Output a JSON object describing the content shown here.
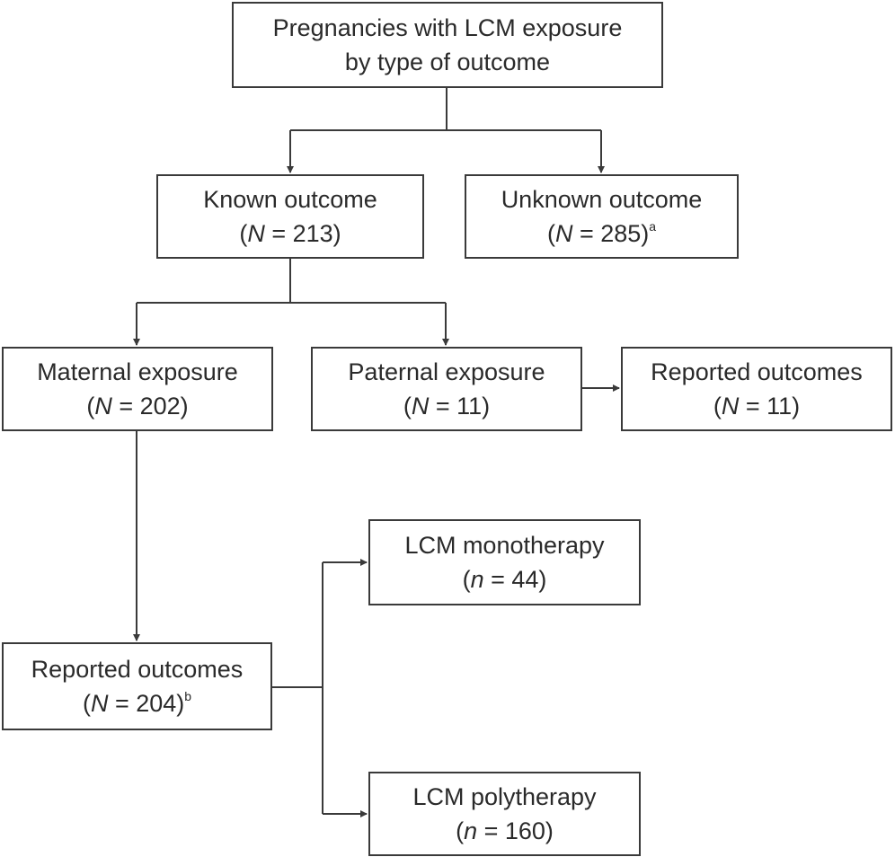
{
  "nodes": {
    "root": {
      "line1": "Pregnancies with LCM exposure",
      "line2": "by type of outcome"
    },
    "known": {
      "label": "Known outcome",
      "var": "N",
      "rest": " = 213)",
      "note": ""
    },
    "unknown": {
      "label": "Unknown outcome",
      "var": "N",
      "rest": " = 285)",
      "note": "a"
    },
    "maternal": {
      "label": "Maternal exposure",
      "var": "N",
      "rest": " = 202)",
      "note": ""
    },
    "paternal": {
      "label": "Paternal exposure",
      "var": "N",
      "rest": " = 11)",
      "note": ""
    },
    "reported_pat": {
      "label": "Reported outcomes",
      "var": "N",
      "rest": " = 11)",
      "note": ""
    },
    "reported_mat": {
      "label": "Reported outcomes",
      "var": "N",
      "rest": " = 204)",
      "note": "b"
    },
    "mono": {
      "label": "LCM monotherapy",
      "var": "n",
      "rest": " = 44)",
      "note": ""
    },
    "poly": {
      "label": "LCM polytherapy",
      "var": "n",
      "rest": " = 160)",
      "note": ""
    }
  },
  "colors": {
    "line": "#3a3a3a",
    "text": "#2a2a2a"
  }
}
